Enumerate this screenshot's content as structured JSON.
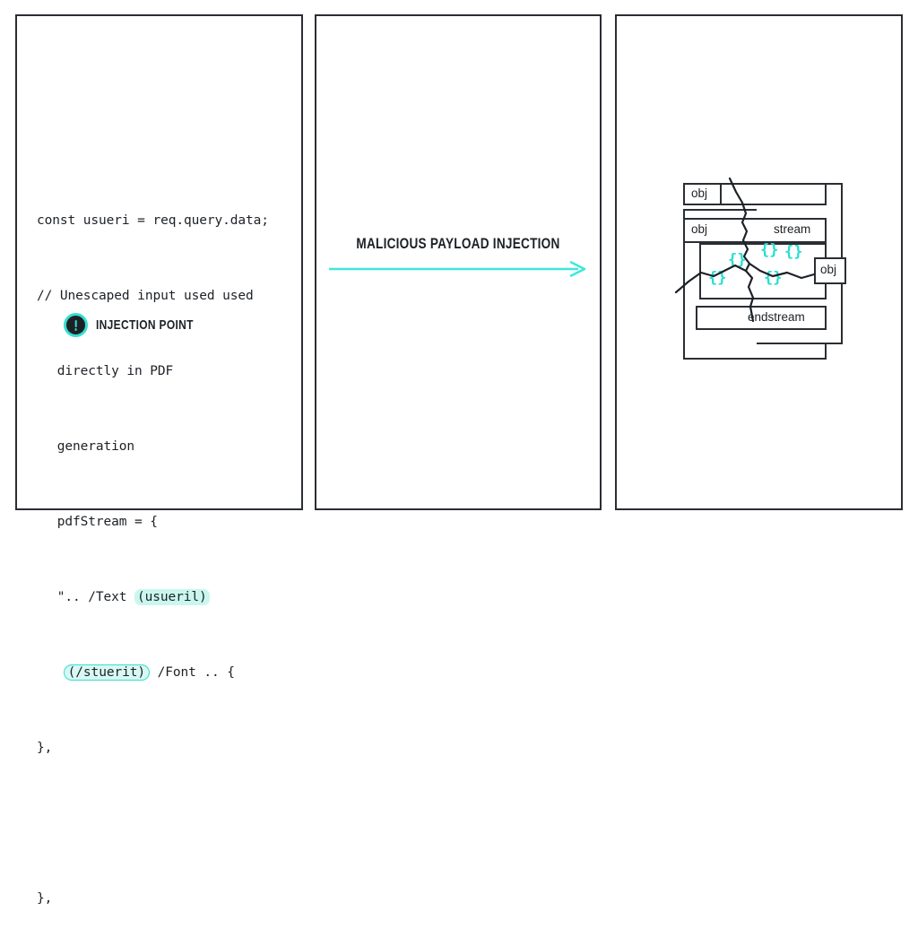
{
  "meta": {
    "accent_cyan": "#35dfd0",
    "ink": "#1d2126",
    "background": "#ffffff"
  },
  "panels": {
    "code": {
      "name": "vulnerable-code-panel",
      "code_lines": [
        {
          "indent": 0,
          "text": "const usueri = req.query.data;"
        },
        {
          "indent": 0,
          "text": "// Unescaped input used used"
        },
        {
          "indent": 1,
          "text": "directly in PDF"
        },
        {
          "indent": 1,
          "text": "generation"
        },
        {
          "indent": 1,
          "text": "pdfStream = {"
        }
      ],
      "highlight_line": {
        "prefix": "\".. /Text ",
        "soft_highlight": "(usueril)"
      },
      "pill_line": {
        "pill_highlight": "(/stuerit)",
        "suffix": " /Font .. {"
      },
      "closing_brace_1": "},",
      "closing_brace_2": "},",
      "injection_label": "INJECTION POINT",
      "injection_icon": "warning-exclamation-icon"
    },
    "arrow": {
      "name": "payload-flow-panel",
      "label": "MALICIOUS PAYLOAD INJECTION",
      "icon": "right-arrow-icon"
    },
    "diagram": {
      "name": "pdf-structure-panel",
      "boxes": [
        {
          "id": "obj-top",
          "label": "obj"
        },
        {
          "id": "obj-main",
          "label": "obj"
        },
        {
          "id": "stream",
          "label": "stream"
        },
        {
          "id": "obj-right",
          "label": "obj"
        },
        {
          "id": "endstream",
          "label": "endstream"
        }
      ],
      "braces": [
        "{}",
        "{}",
        "{}",
        "{}",
        "{}"
      ],
      "crack_overlay": "fracture-lines"
    }
  }
}
